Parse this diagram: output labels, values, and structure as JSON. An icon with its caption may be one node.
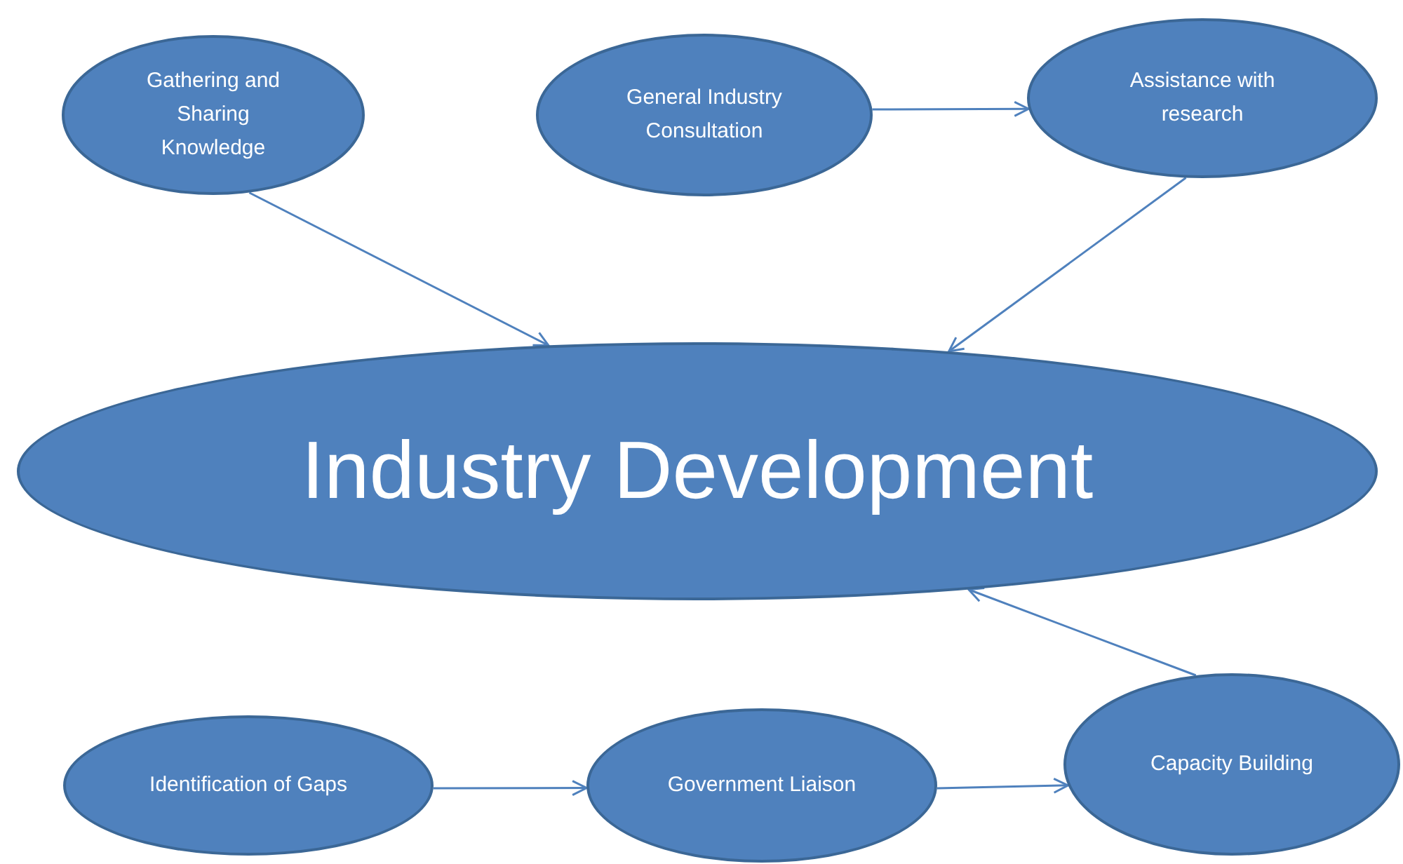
{
  "diagram": {
    "nodes": [
      {
        "text": [
          "Gathering and Sharing Knowledge"
        ]
      },
      {
        "text": [
          "General Industry Consultation"
        ]
      },
      {
        "text": [
          "Assistance with research"
        ]
      },
      {
        "text": [
          "Industry Development"
        ]
      },
      {
        "text": [
          "Identification of Gaps"
        ]
      },
      {
        "text": [
          "Government Liaison"
        ]
      },
      {
        "text": [
          "Capacity Building"
        ]
      }
    ],
    "edges": [
      {
        "from": 0,
        "to": 3,
        "arrow": "to"
      },
      {
        "from": 1,
        "to": 2,
        "arrow": "to"
      },
      {
        "from": 2,
        "to": 3,
        "arrow": "to"
      },
      {
        "from": 6,
        "to": 3,
        "arrow": "to"
      },
      {
        "from": 4,
        "to": 5,
        "arrow": "to"
      },
      {
        "from": 5,
        "to": 6,
        "arrow": "to"
      }
    ]
  }
}
